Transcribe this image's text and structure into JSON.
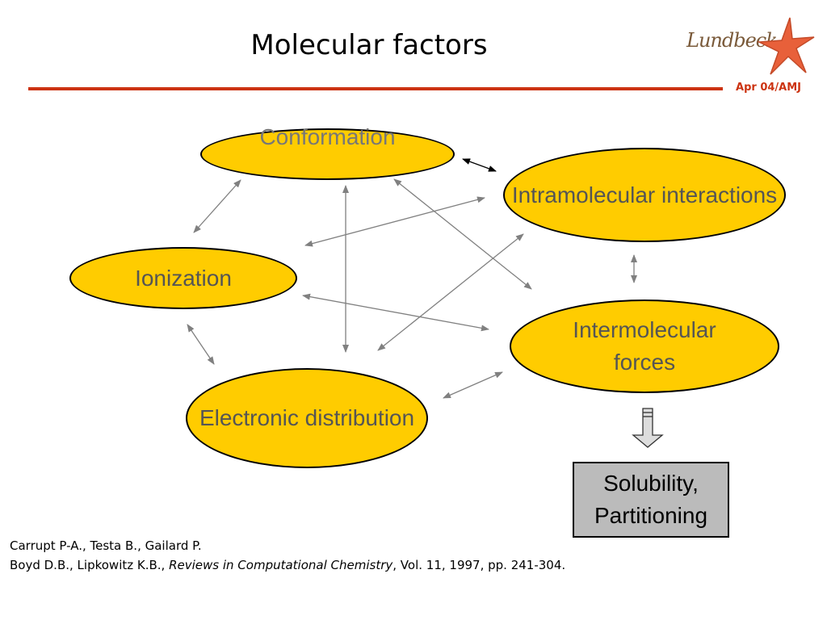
{
  "slide": {
    "title": "Molecular factors",
    "date_tag": "Apr 04/AMJ",
    "logo_text": "Lundbeck"
  },
  "nodes": {
    "conformation": "Conformation",
    "intramolecular": "Intramolecular interactions",
    "ionization": "Ionization",
    "intermolecular": "Intermolecular forces",
    "electronic": "Electronic distribution"
  },
  "result": {
    "label": "Solubility, Partitioning"
  },
  "references": {
    "line1": "Carrupt P-A., Testa B., Gailard P.",
    "line2_authors": "Boyd D.B., Lipkowitz K.B., ",
    "line2_title": "Reviews in Computational Chemistry",
    "line2_rest": ", Vol. 11, 1997, pp. 241-304."
  },
  "colors": {
    "node_fill": "#ffcc00",
    "result_fill": "#bbbbbb",
    "rule": "#cc3311",
    "star": "#e8603a"
  }
}
